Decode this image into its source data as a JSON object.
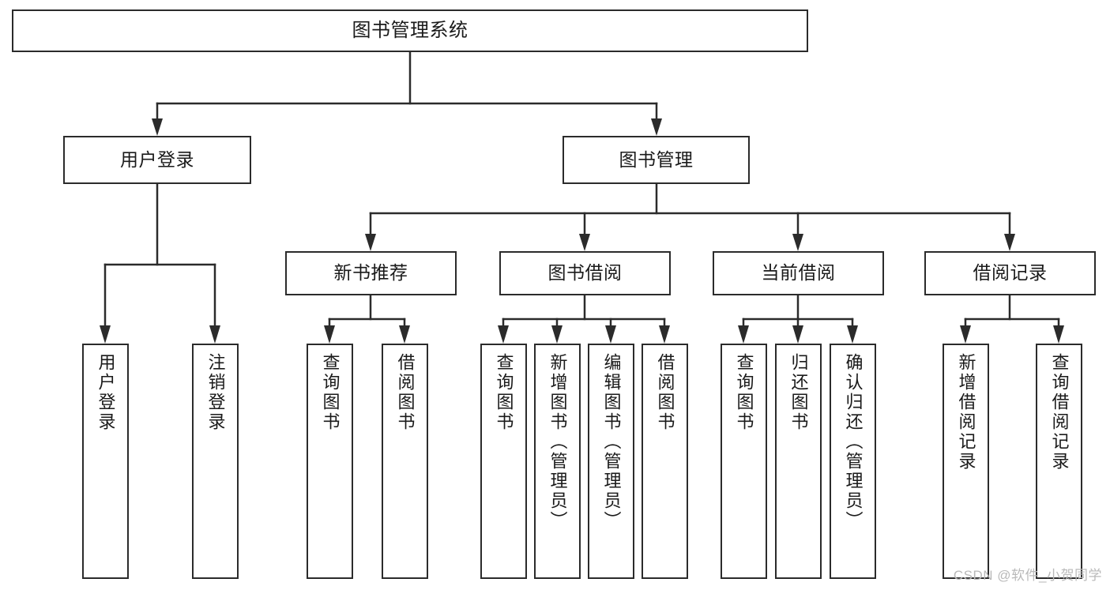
{
  "diagram": {
    "title": "图书管理系统",
    "type": "tree-hierarchy-chart",
    "colors": {
      "stroke": "#2b2b2b",
      "fill": "#ffffff",
      "text": "#1a1a1a",
      "watermark": "#b9b9b9"
    },
    "root": {
      "label": "图书管理系统"
    },
    "level1": [
      {
        "label": "用户登录"
      },
      {
        "label": "图书管理"
      }
    ],
    "level2": [
      {
        "label": "新书推荐"
      },
      {
        "label": "图书借阅"
      },
      {
        "label": "当前借阅"
      },
      {
        "label": "借阅记录"
      }
    ],
    "leaves": {
      "user_login": [
        {
          "label": "用户登录"
        },
        {
          "label": "注销登录"
        }
      ],
      "new_book_recommend": [
        {
          "label": "查询图书"
        },
        {
          "label": "借阅图书"
        }
      ],
      "book_borrow": [
        {
          "label": "查询图书"
        },
        {
          "label": "新增图书（管理员）"
        },
        {
          "label": "编辑图书（管理员）"
        },
        {
          "label": "借阅图书"
        }
      ],
      "current_borrow": [
        {
          "label": "查询图书"
        },
        {
          "label": "归还图书"
        },
        {
          "label": "确认归还（管理员）"
        }
      ],
      "borrow_record": [
        {
          "label": "新增借阅记录"
        },
        {
          "label": "查询借阅记录"
        }
      ]
    },
    "watermark": "CSDN @软件_小贺同学"
  }
}
